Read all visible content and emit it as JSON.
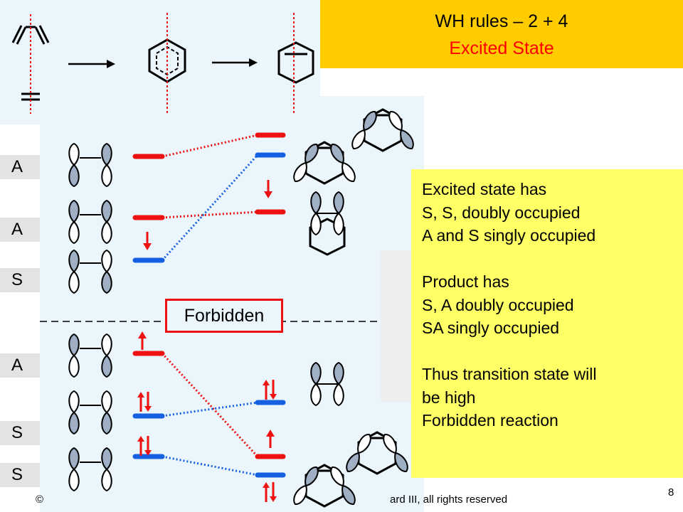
{
  "title": {
    "line1": "WH rules – 2 + 4",
    "line2": "Excited State"
  },
  "symmetry_labels": [
    "A",
    "A",
    "S",
    "A",
    "S",
    "S"
  ],
  "forbidden_label": "Forbidden",
  "note_lines": [
    "Excited state has",
    "S, S, doubly occupied",
    "A and S singly occupied",
    "",
    "Product has",
    "S, A doubly occupied",
    "SA singly occupied",
    "",
    "Thus transition state will",
    "be high",
    "Forbidden reaction"
  ],
  "footer": {
    "left": "©",
    "text": "ard III, all rights reserved",
    "page": "8"
  },
  "colors": {
    "title_bg": "#ffcc00",
    "title_accent": "#ff0000",
    "note_bg": "#ffff66",
    "diagram_bg": "#eaf6fb",
    "symmetric_level": "#1560e0",
    "antisymmetric_level": "#ee1111"
  },
  "icons": [
    "butadiene-diene-icon",
    "ethylene-icon",
    "reaction-arrow-icon",
    "transition-state-ring-icon",
    "cyclohexene-product-icon",
    "orbital-lobe-icon",
    "electron-up-arrow-icon",
    "electron-down-arrow-icon",
    "electron-pair-icon"
  ]
}
